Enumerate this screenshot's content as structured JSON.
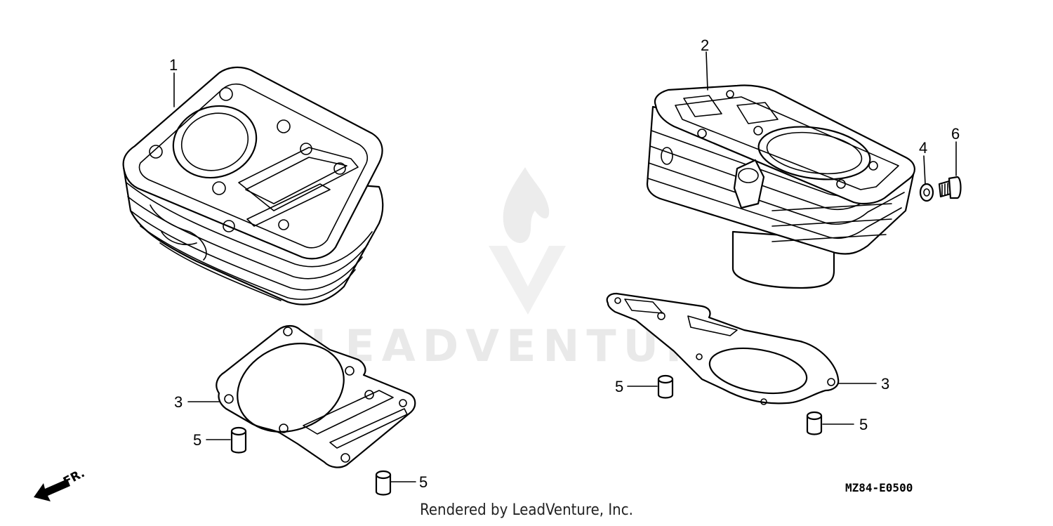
{
  "watermark": {
    "text": "LEADVENTURE"
  },
  "footer": {
    "credit": "Rendered by LeadVenture, Inc.",
    "diagram_code": "MZ84-E0500",
    "front_marker": "FR."
  },
  "callouts": {
    "c1": "1",
    "c2": "2",
    "c3_left": "3",
    "c3_right": "3",
    "c4": "4",
    "c5_left_a": "5",
    "c5_left_b": "5",
    "c5_right_a": "5",
    "c5_right_b": "5",
    "c6": "6"
  }
}
